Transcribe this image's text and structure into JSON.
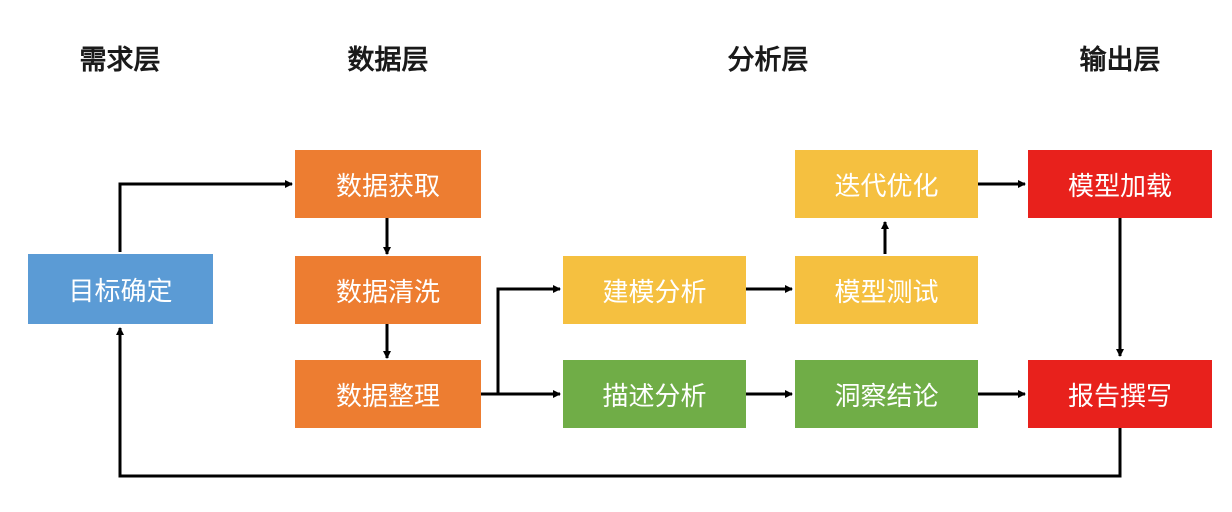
{
  "layers": {
    "demand": "需求层",
    "data": "数据层",
    "analysis": "分析层",
    "output": "输出层"
  },
  "nodes": {
    "goal": "目标确定",
    "acquire": "数据获取",
    "clean": "数据清洗",
    "organize": "数据整理",
    "modeling": "建模分析",
    "model_test": "模型测试",
    "iterate": "迭代优化",
    "descriptive": "描述分析",
    "insight": "洞察结论",
    "model_load": "模型加载",
    "report": "报告撰写"
  },
  "colors": {
    "demand": "#5b9bd5",
    "data": "#ed7d31",
    "analysis_model": "#f5c040",
    "analysis_descriptive": "#70ad47",
    "output": "#e8211c",
    "arrow": "#000000"
  }
}
